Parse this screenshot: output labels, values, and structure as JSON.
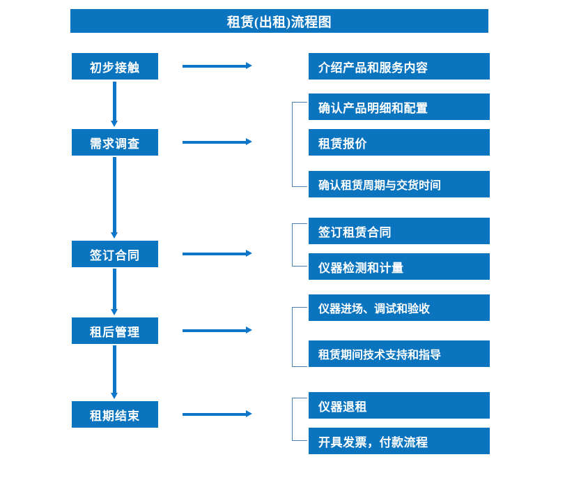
{
  "title": "租赁(出租)流程图",
  "theme": {
    "box_fill": "#0a74bf",
    "box_text": "#ffffff",
    "arrow": "#0d76c8",
    "bracket": "#4a7fb5",
    "background": "#ffffff"
  },
  "stages": [
    {
      "id": "initial-contact",
      "label": "初步接触"
    },
    {
      "id": "needs-survey",
      "label": "需求调查"
    },
    {
      "id": "sign-contract",
      "label": "签订合同"
    },
    {
      "id": "post-rental",
      "label": "租后管理"
    },
    {
      "id": "rental-end",
      "label": "租期结束"
    }
  ],
  "details": [
    {
      "id": "intro-products",
      "label": "介绍产品和服务内容"
    },
    {
      "id": "confirm-spec-config",
      "label": "确认产品明细和配置"
    },
    {
      "id": "rental-quote",
      "label": "租赁报价"
    },
    {
      "id": "confirm-period-delivery",
      "label": "确认租赁周期与交货时间"
    },
    {
      "id": "sign-rental-contract",
      "label": "签订租赁合同"
    },
    {
      "id": "instrument-test",
      "label": "仪器检测和计量"
    },
    {
      "id": "instrument-entry",
      "label": "仪器进场、调试和验收"
    },
    {
      "id": "tech-support",
      "label": "租赁期间技术支持和指导"
    },
    {
      "id": "instrument-return",
      "label": "仪器退租"
    },
    {
      "id": "invoice-payment",
      "label": "开具发票，付款流程"
    }
  ]
}
